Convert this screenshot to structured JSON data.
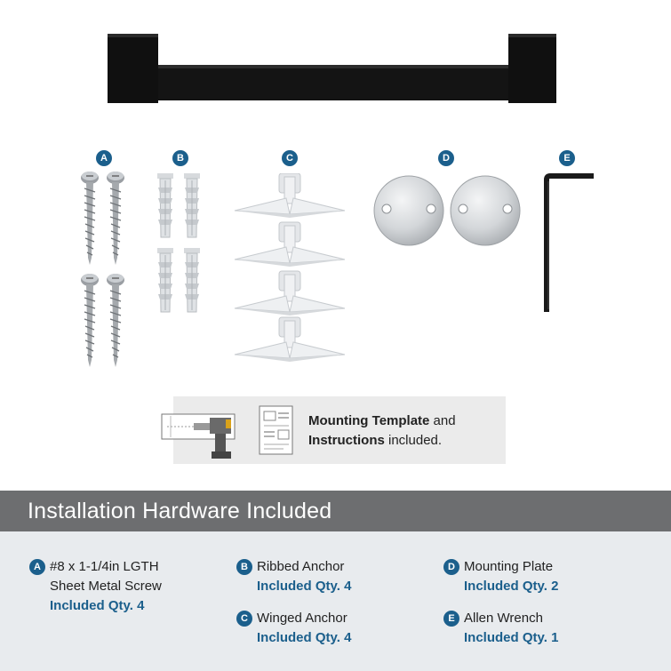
{
  "parts": {
    "a_letter": "A",
    "b_letter": "B",
    "c_letter": "C",
    "d_letter": "D",
    "e_letter": "E"
  },
  "template": {
    "bold1": "Mounting Template",
    "text1": " and",
    "bold2": "Instructions",
    "text2": " included."
  },
  "banner": {
    "title": "Installation Hardware Included"
  },
  "legend": {
    "a": {
      "letter": "A",
      "line1": "#8 x 1-1/4in LGTH",
      "line2": "Sheet Metal Screw",
      "qty": "Included Qty. 4"
    },
    "b": {
      "letter": "B",
      "line1": "Ribbed Anchor",
      "qty": "Included Qty. 4"
    },
    "c": {
      "letter": "C",
      "line1": "Winged Anchor",
      "qty": "Included Qty. 4"
    },
    "d": {
      "letter": "D",
      "line1": "Mounting Plate",
      "qty": "Included Qty. 2"
    },
    "e": {
      "letter": "E",
      "line1": "Allen Wrench",
      "qty": "Included Qty. 1"
    }
  },
  "colors": {
    "accent": "#1b5f8c",
    "banner": "#6d6e70",
    "legend_bg": "#e8ebee",
    "bar": "#111111"
  }
}
